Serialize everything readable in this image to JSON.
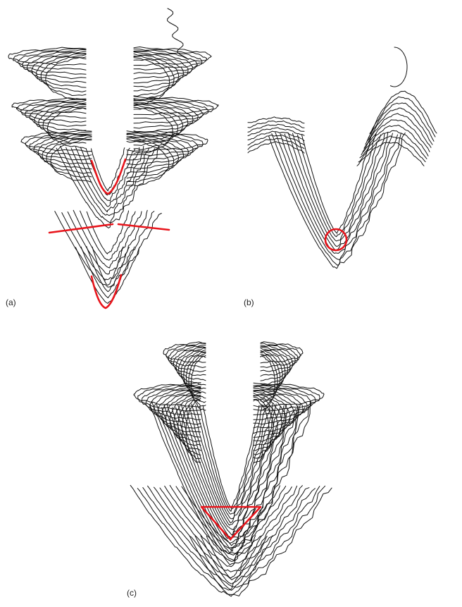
{
  "panels": [
    {
      "id": "a",
      "label": "(a)",
      "marker": "curves-and-lines"
    },
    {
      "id": "b",
      "label": "(b)",
      "marker": "circle"
    },
    {
      "id": "c",
      "label": "(c)",
      "marker": "triangle"
    }
  ],
  "colors": {
    "contour": "#111111",
    "marker": "#e8141b",
    "background": "#ffffff"
  }
}
